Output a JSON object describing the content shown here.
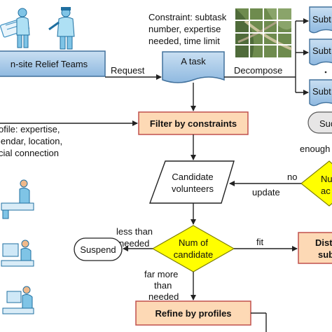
{
  "teams": {
    "label": "n-site Relief Teams"
  },
  "task": {
    "constraint_lines": [
      "Constraint: subtask",
      "number, expertise",
      "needed, time limit"
    ],
    "label": "A task"
  },
  "edges": {
    "request": "Request",
    "decompose": "Decompose",
    "no": "no",
    "update": "update",
    "less_than_needed": [
      "less than",
      "needed"
    ],
    "fit": "fit",
    "far_more": [
      "far more",
      "than",
      "needed"
    ],
    "enough": "enough"
  },
  "subtasks": [
    "Subt",
    "Subt",
    "Subt"
  ],
  "success_label": "Suc",
  "filter": {
    "label": "Filter by constraints"
  },
  "profile_lines": [
    "ofile: expertise,",
    "lendar, location,",
    "cial connection"
  ],
  "candidates": {
    "lines": [
      "Candidate",
      "volunteers"
    ]
  },
  "num_decision": {
    "lines": [
      "Num of",
      "candidate"
    ]
  },
  "right_decision": {
    "lines": [
      "Nu",
      "ac"
    ]
  },
  "suspend": {
    "label": "Suspend"
  },
  "distribute": {
    "lines": [
      "Dist",
      "sub"
    ]
  },
  "refine": {
    "label": "Refine by profiles"
  },
  "colors": {
    "orange": "#fdd9b5",
    "orange_stroke": "#c0504d",
    "blue": "#9dc3e6",
    "blue_stroke": "#41719c",
    "yellow": "#ffff00",
    "arrow": "#222222"
  }
}
